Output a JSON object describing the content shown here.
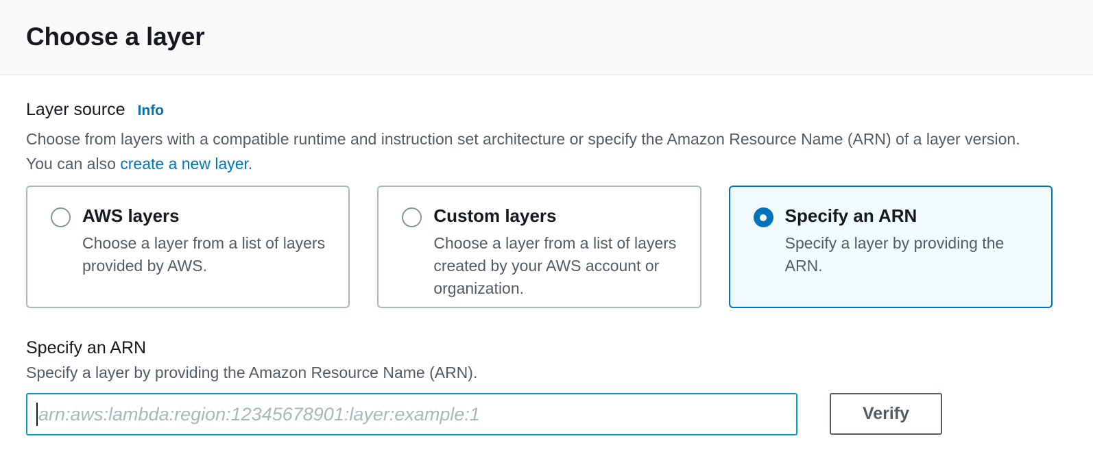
{
  "header": {
    "title": "Choose a layer"
  },
  "layer_source": {
    "label": "Layer source",
    "info_label": "Info",
    "description_prefix": "Choose from layers with a compatible runtime and instruction set architecture or specify the Amazon Resource Name (ARN) of a layer version. You can also ",
    "description_link": "create a new layer."
  },
  "options": [
    {
      "title": "AWS layers",
      "description": "Choose a layer from a list of layers provided by AWS.",
      "selected": false
    },
    {
      "title": "Custom layers",
      "description": "Choose a layer from a list of layers created by your AWS account or organization.",
      "selected": false
    },
    {
      "title": "Specify an ARN",
      "description": "Specify a layer by providing the ARN.",
      "selected": true
    }
  ],
  "arn_section": {
    "label": "Specify an ARN",
    "description": "Specify a layer by providing the Amazon Resource Name (ARN).",
    "input_value": "",
    "input_placeholder": "arn:aws:lambda:region:12345678901:layer:example:1",
    "verify_label": "Verify"
  },
  "colors": {
    "accent_blue": "#0073bb",
    "selected_tile_bg": "#f1faff",
    "focus_border": "#00a1c9",
    "text_dark": "#16191f",
    "text_gray": "#545b64",
    "tile_border": "#aab7b8",
    "header_bg": "#fafafa",
    "divider": "#eaeded"
  }
}
